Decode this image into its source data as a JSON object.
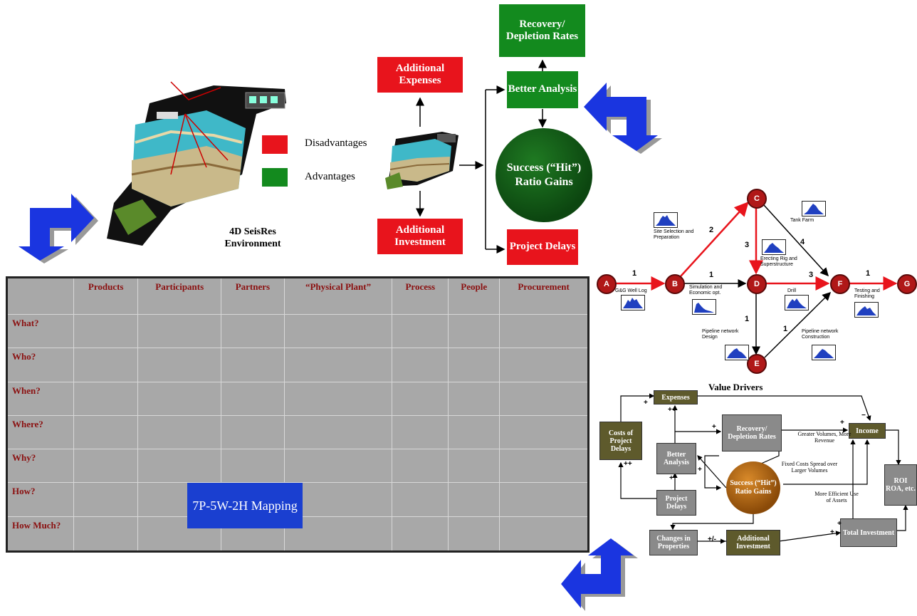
{
  "boxes": {
    "recovery": "Recovery/ Depletion Rates",
    "additional_expenses": "Additional Expenses",
    "better_analysis": "Better Analysis",
    "success": "Success (“Hit”) Ratio Gains",
    "additional_investment": "Additional Investment",
    "project_delays": "Project Delays"
  },
  "legend": {
    "disadvantages": "Disadvantages",
    "advantages": "Advantages"
  },
  "environment_label": "4D SeisRes Environment",
  "matrix": {
    "columns": [
      "Products",
      "Participants",
      "Partners",
      "“Physical Plant”",
      "Process",
      "People",
      "Procurement"
    ],
    "rows": [
      "What?",
      "Who?",
      "When?",
      "Where?",
      "Why?",
      "How?",
      "How Much?"
    ],
    "label": "7P-5W-2H Mapping"
  },
  "network": {
    "nodes": [
      "A",
      "B",
      "C",
      "D",
      "E",
      "F",
      "G"
    ],
    "weights": {
      "ab": "1",
      "bc": "2",
      "bd": "1",
      "cd": "3",
      "cf": "4",
      "df": "3",
      "de": "1",
      "ef": "1",
      "fg": "1"
    },
    "labels": {
      "ab": "G&G Well Log",
      "bc": "Site Selection and Preparation",
      "bd": "Simulation and Economic opt.",
      "cf": "Tank Farm",
      "cd": "Erecting Rig and Superstructure",
      "df": "Drill",
      "fg": "Testing and Finishing",
      "de": "Pipeline network Design",
      "ef": "Pipeline network Construction"
    }
  },
  "value_drivers": {
    "title": "Value Drivers",
    "expenses": "Expenses",
    "costs_delays": "Costs of Project Delays",
    "recovery": "Recovery/ Depletion Rates",
    "income": "Income",
    "better_analysis": "Better Analysis",
    "success": "Success (“Hit”) Ratio Gains",
    "project_delays": "Project Delays",
    "roi": "ROI ROA, etc.",
    "changes": "Changes in Properties",
    "additional_investment": "Additional Investment",
    "total_investment": "Total Investment",
    "note_volumes": "Greater Volumes, More Revenue",
    "note_fixed": "Fixed Costs Spread over Larger Volumes",
    "note_efficient": "More Efficient Use of Assets"
  },
  "colors": {
    "red": "#e8141c",
    "green": "#138a1e",
    "arrow_blue": "#1a35e0",
    "olive": "#5e5a2c",
    "matrix_gray": "#a8a8a8"
  }
}
